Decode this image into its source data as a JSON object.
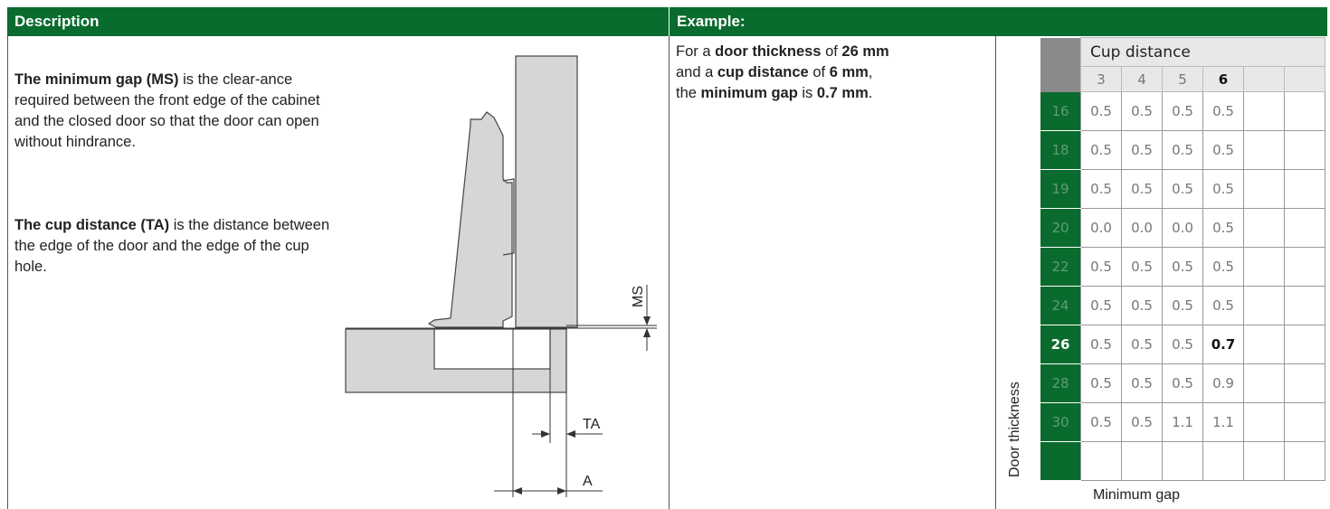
{
  "headers": {
    "description": "Description",
    "example": "Example:"
  },
  "description": {
    "p1_bold": "The minimum gap (MS)",
    "p1_rest": " is the clear-ance required between the front edge of the cabinet and the closed door so that the door can open without hindrance.",
    "p2_bold": "The cup distance (TA)",
    "p2_rest": " is the distance between the edge of the door and the edge of the cup hole."
  },
  "drawing_labels": {
    "ms": "MS",
    "ta": "TA",
    "a": "A"
  },
  "example": {
    "t1": "For a ",
    "b1": "door thickness",
    "t2": " of ",
    "b2": "26 mm",
    "t3": "and a ",
    "b3": "cup distance",
    "t4": " of ",
    "b4": "6 mm",
    "t5": ",",
    "t6": "the ",
    "b5": "minimum gap",
    "t7": " is ",
    "b6": "0.7 mm",
    "t8": "."
  },
  "table": {
    "cup_distance_label": "Cup distance",
    "cup_distances": [
      "3",
      "4",
      "5",
      "6"
    ],
    "highlight_cup": "6",
    "door_thickness_label": "Door thickness",
    "min_gap_label": "Minimum gap",
    "highlight_door": "26",
    "rows": [
      {
        "door": "16",
        "values": [
          "0.5",
          "0.5",
          "0.5",
          "0.5"
        ]
      },
      {
        "door": "18",
        "values": [
          "0.5",
          "0.5",
          "0.5",
          "0.5"
        ]
      },
      {
        "door": "19",
        "values": [
          "0.5",
          "0.5",
          "0.5",
          "0.5"
        ]
      },
      {
        "door": "20",
        "values": [
          "0.0",
          "0.0",
          "0.0",
          "0.5"
        ]
      },
      {
        "door": "22",
        "values": [
          "0.5",
          "0.5",
          "0.5",
          "0.5"
        ]
      },
      {
        "door": "24",
        "values": [
          "0.5",
          "0.5",
          "0.5",
          "0.5"
        ]
      },
      {
        "door": "26",
        "values": [
          "0.5",
          "0.5",
          "0.5",
          "0.7"
        ]
      },
      {
        "door": "28",
        "values": [
          "0.5",
          "0.5",
          "0.5",
          "0.9"
        ]
      },
      {
        "door": "30",
        "values": [
          "0.5",
          "0.5",
          "1.1",
          "1.1"
        ]
      },
      {
        "door": "",
        "values": [
          "",
          "",
          "",
          ""
        ]
      }
    ]
  }
}
